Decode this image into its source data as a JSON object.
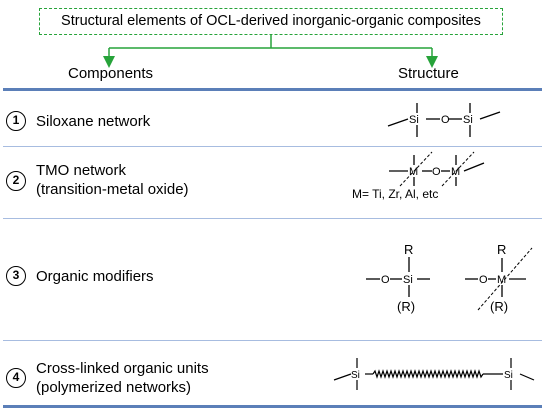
{
  "title": "Structural elements of OCL-derived inorganic-organic composites",
  "columns": {
    "components": "Components",
    "structure": "Structure"
  },
  "rows": [
    {
      "number": "1",
      "label_lines": [
        "Siloxane network"
      ]
    },
    {
      "number": "2",
      "label_lines": [
        "TMO network",
        "(transition-metal oxide)"
      ]
    },
    {
      "number": "3",
      "label_lines": [
        "Organic modifiers"
      ]
    },
    {
      "number": "4",
      "label_lines": [
        "Cross-linked organic units",
        "(polymerized networks)"
      ]
    }
  ],
  "chem": {
    "si": "Si",
    "o": "O",
    "m": "M",
    "r": "R",
    "r_paren": "(R)",
    "m_note": "M= Ti, Zr, Al, etc"
  },
  "colors": {
    "arrow": "#27a33a",
    "thick_rule": "#5b7fb8",
    "thin_rule": "#a7bce0"
  }
}
